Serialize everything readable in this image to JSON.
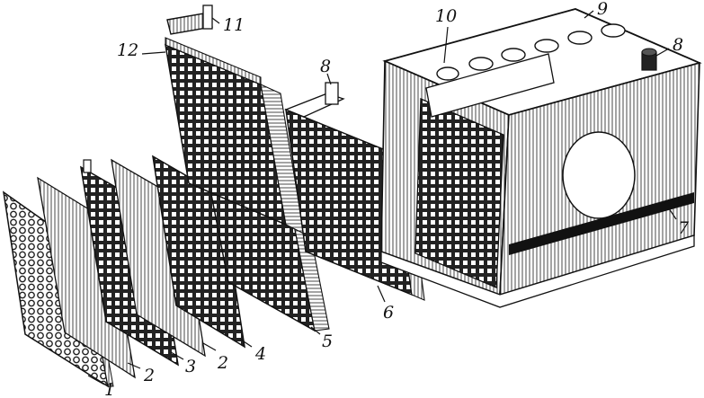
{
  "callouts": [
    {
      "id": "c1",
      "text": "1"
    },
    {
      "id": "c2a",
      "text": "2"
    },
    {
      "id": "c2b",
      "text": "2"
    },
    {
      "id": "c3",
      "text": "3"
    },
    {
      "id": "c4",
      "text": "4"
    },
    {
      "id": "c5",
      "text": "5"
    },
    {
      "id": "c6",
      "text": "6"
    },
    {
      "id": "c7",
      "text": "7"
    },
    {
      "id": "c8a",
      "text": "8"
    },
    {
      "id": "c8b",
      "text": "8"
    },
    {
      "id": "c9",
      "text": "9"
    },
    {
      "id": "c10",
      "text": "10"
    },
    {
      "id": "c11",
      "text": "11"
    },
    {
      "id": "c12",
      "text": "12"
    }
  ]
}
